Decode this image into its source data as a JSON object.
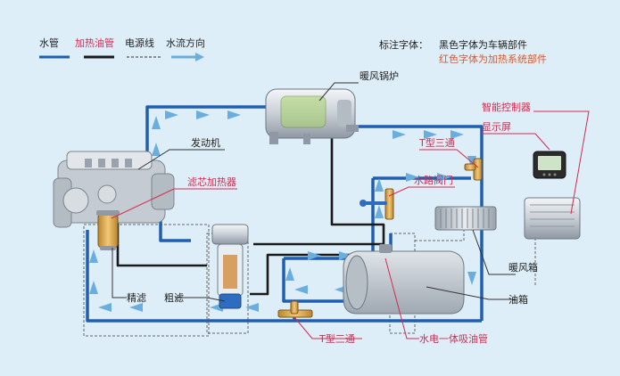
{
  "legend": {
    "water_pipe": "水管",
    "fuel_pipe": "加热油管",
    "power_line": "电源线",
    "flow_direction": "水流方向"
  },
  "note": {
    "title": "标注字体：",
    "black_note": "黑色字体为车辆部件",
    "red_note": "红色字体为加热系统部件"
  },
  "components": {
    "heater": "暖风锅炉",
    "controller": "智能控制器",
    "display": "显示屏",
    "tee_top": "T型三通",
    "engine": "发动机",
    "water_valve": "水路阀门",
    "filter_heater": "滤芯加热器",
    "fine_filter": "精滤",
    "coarse_filter": "粗滤",
    "radiator": "暖风箱",
    "fuel_tank": "油箱",
    "tee_bottom": "T型三通",
    "suction_pipe": "水电一体吸油管"
  },
  "colors": {
    "background": "#ddeef8",
    "water_pipe": "#1f5fae",
    "fuel_pipe": "#1a1a1a",
    "flow_arrow": "#6aaee0",
    "red_label": "#d9284e",
    "black_label": "#222222",
    "note_red": "#e0562a"
  }
}
